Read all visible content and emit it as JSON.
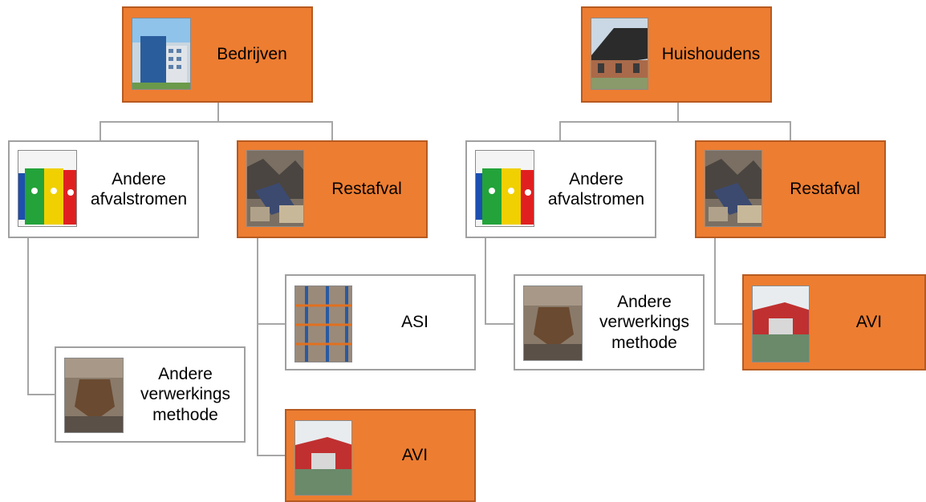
{
  "nodes": {
    "bedrijven": {
      "label": "Bedrijven",
      "image": "office-building-photo"
    },
    "bed_andere": {
      "label": "Andere\nafvalstromen",
      "image": "recycling-bins-photo"
    },
    "bed_restafval": {
      "label": "Restafval",
      "image": "waste-pile-photo"
    },
    "bed_asi": {
      "label": "ASI",
      "image": "sorting-facility-photo"
    },
    "bed_andere_verw": {
      "label": "Andere\nverwerkings\nmethode",
      "image": "grab-crane-photo"
    },
    "bed_avi": {
      "label": "AVI",
      "image": "incineration-plant-photo"
    },
    "huishoudens": {
      "label": "Huishoudens",
      "image": "house-photo"
    },
    "hh_andere": {
      "label": "Andere\nafvalstromen",
      "image": "recycling-bins-photo"
    },
    "hh_restafval": {
      "label": "Restafval",
      "image": "waste-pile-photo"
    },
    "hh_andere_verw": {
      "label": "Andere\nverwerkings\nmethode",
      "image": "grab-crane-photo"
    },
    "hh_avi": {
      "label": "AVI",
      "image": "incineration-plant-photo"
    }
  },
  "colors": {
    "orange": "#ed7d31",
    "orange_border": "#b65a20",
    "gray_border": "#a0a0a0",
    "connector": "#a6a6a6"
  }
}
